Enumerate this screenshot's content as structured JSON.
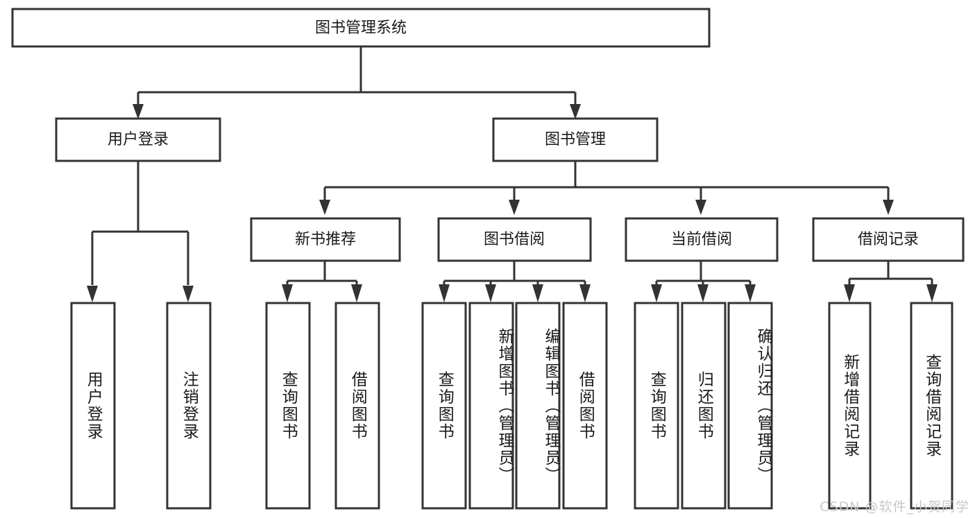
{
  "diagram": {
    "type": "tree-hierarchy",
    "title": "图书管理系统",
    "orientation": "top-down",
    "colors": {
      "box_stroke": "#333333",
      "box_fill": "#ffffff",
      "connector": "#333333",
      "text": "#1a1a1a",
      "watermark": "#c8c8c8",
      "background": "#ffffff"
    },
    "root": {
      "label": "图书管理系统"
    },
    "level2": [
      {
        "id": "user-login",
        "label": "用户登录"
      },
      {
        "id": "book-management",
        "label": "图书管理"
      }
    ],
    "level3": [
      {
        "id": "new-book-recommend",
        "label": "新书推荐",
        "parent": "book-management"
      },
      {
        "id": "book-borrow",
        "label": "图书借阅",
        "parent": "book-management"
      },
      {
        "id": "current-borrow",
        "label": "当前借阅",
        "parent": "book-management"
      },
      {
        "id": "borrow-record",
        "label": "借阅记录",
        "parent": "book-management"
      }
    ],
    "leaves": [
      {
        "id": "leaf-user-login",
        "label": "用户登录",
        "parent": "user-login"
      },
      {
        "id": "leaf-logout-login",
        "label": "注销登录",
        "parent": "user-login"
      },
      {
        "id": "leaf-query-book-1",
        "label": "查询图书",
        "parent": "new-book-recommend"
      },
      {
        "id": "leaf-borrow-book-1",
        "label": "借阅图书",
        "parent": "new-book-recommend"
      },
      {
        "id": "leaf-query-book-2",
        "label": "查询图书",
        "parent": "book-borrow"
      },
      {
        "id": "leaf-add-book",
        "label": "新增图书（管理员）",
        "parent": "book-borrow"
      },
      {
        "id": "leaf-edit-book",
        "label": "编辑图书（管理员）",
        "parent": "book-borrow"
      },
      {
        "id": "leaf-borrow-book-2",
        "label": "借阅图书",
        "parent": "book-borrow"
      },
      {
        "id": "leaf-query-book-3",
        "label": "查询图书",
        "parent": "current-borrow"
      },
      {
        "id": "leaf-return-book",
        "label": "归还图书",
        "parent": "current-borrow"
      },
      {
        "id": "leaf-confirm-return",
        "label": "确认归还（管理员）",
        "parent": "current-borrow"
      },
      {
        "id": "leaf-add-record",
        "label": "新增借阅记录",
        "parent": "borrow-record"
      },
      {
        "id": "leaf-query-record",
        "label": "查询借阅记录",
        "parent": "borrow-record"
      }
    ],
    "watermark": "CSDN @软件_小贺同学"
  }
}
